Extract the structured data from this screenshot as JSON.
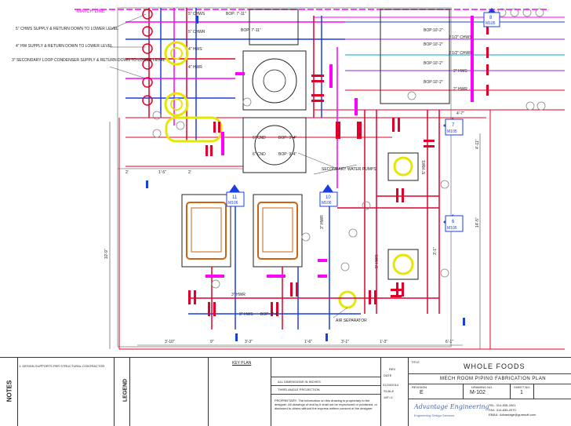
{
  "plan": {
    "top_label": "MATCH LINE",
    "left_notes": [
      "5\" CHWS SUPPLY & RETURN DOWN TO LOWER LEVEL",
      "4\" HW SUPPLY & RETURN DOWN TO LOWER LEVEL",
      "3\" SECONDARY LOOP CONDENSER SUPPLY & RETURN DOWN TO LOWER LEVEL"
    ],
    "pipe_labels": {
      "chws5": "5\" CHWS",
      "chwr5": "5\" CHWR",
      "hws4": "4\" HWS",
      "hwr4": "4\" HWR",
      "cnd": "6\" CND",
      "chws_right": "2 1/2\" CHWS",
      "chwr_right": "2 1/2\" CHWR",
      "hws_right": "2\" HWS",
      "hwr_right": "2\" HWR",
      "hwr_bottom": "3\" HWR",
      "hws_bottom": "3\" HWS",
      "hwr_vertical": "3\" HWR",
      "hws_vertical": "5\" HWS",
      "pumps_note": "SECONDARY WATER PUMPS",
      "expansion_note": "AIR SEPARATOR"
    },
    "bop_labels": [
      "BOP: 7'-11\"",
      "BOP: 7'-11\"",
      "BOP:10'-2\"",
      "BOP:10'-2\"",
      "BOP:10'-2\"",
      "BOP:10'-2\"",
      "BOP: 9'-4\"",
      "BOP: 9'-4\"",
      "BOP: 9'-4\""
    ],
    "section_tags": [
      {
        "num": "8",
        "sheet": "M105"
      },
      {
        "num": "7",
        "sheet": "M105"
      },
      {
        "num": "11",
        "sheet": "M106"
      },
      {
        "num": "10",
        "sheet": "M106"
      },
      {
        "num": "6",
        "sheet": "M105"
      }
    ],
    "dimensions": {
      "bottom": [
        "3'-10\"",
        "9\"",
        "3'-3\"",
        "1'-6\"",
        "3'-1\"",
        "1'-3\"",
        "6'-1\""
      ],
      "row_mid": [
        "2'",
        "1'-5\"",
        "2'",
        "4'-7\""
      ],
      "left_vertical": "10'-9\"",
      "right_vertical_a": "14'-5\"",
      "right_vertical_b": "4'-11\"",
      "right_vertical_c": "3'-1\""
    }
  },
  "titleblock": {
    "notes_label": "NOTES",
    "note_1": "1. DESIGN SUPPORTS PER STRUCTURAL CONTRACTOR",
    "legend_label": "LEGEND",
    "key_plan_label": "KEY PLAN",
    "title_line1_label": "TITLE",
    "project_name": "WHOLE FOODS",
    "drawing_title": "MECH ROOM PIPING FABRICATION PLAN",
    "drawing_no_label": "DRAWING NO.",
    "drawing_no": "M-102",
    "sheet_label": "SHEET NO.",
    "sheet_no": "1",
    "revision_label": "REVISION",
    "revision": "E",
    "rev_field": "REV",
    "date_label": "DATE",
    "date": "01/24/2014",
    "scale_label": "SCALE",
    "scale": "1/8\"=1'",
    "company": "Advantage Engineering",
    "company_sub": "Engineering Design Services",
    "phone": "TEL: 314-835-2001",
    "fax": "FAX: 314-835-2070",
    "email": "EMAIL: Advantage@guresoft.com",
    "stamp_text": "ALL DIMENSIONS IN INCHES",
    "third_angle": "THIRD ANGLE PROJECTION",
    "proprietary": "PROPRIETARY: The information on this drawing is proprietary to the designer. All drawings of and by it shall not be reproduced or published, or disclosed to others without the express written consent of the designer."
  },
  "colors": {
    "red": "#e1002a",
    "magenta": "#ff00ff",
    "blue": "#1a3fe0",
    "yellow": "#e6e600",
    "orange": "#c86414",
    "purple": "#8a2be2",
    "cyan": "#00a6c8",
    "gray": "#888888"
  }
}
